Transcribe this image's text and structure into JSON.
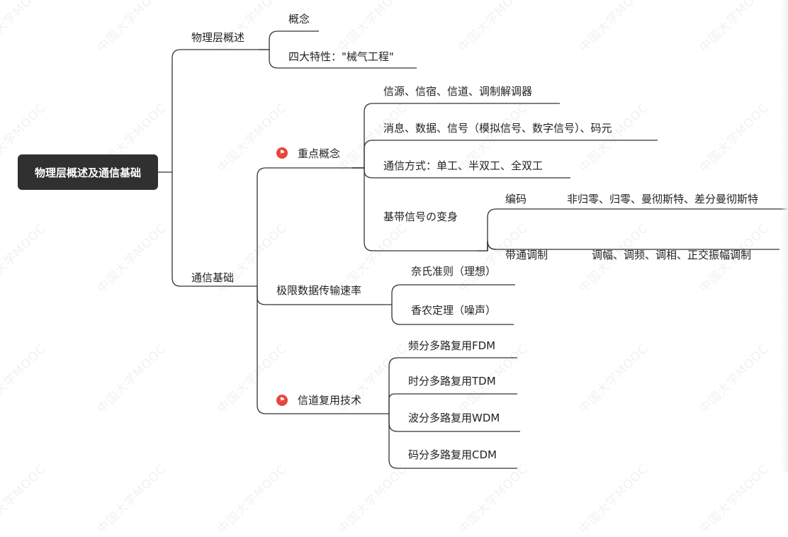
{
  "mindmap": {
    "root": "物理层概述及通信基础",
    "watermark": "中国大学MOOC",
    "accent_color": "#e8453c",
    "line_color": "#333333",
    "branch_overview": {
      "label": "物理层概述",
      "children": [
        "概念",
        "四大特性：\"械气工程\""
      ]
    },
    "branch_comm": {
      "label": "通信基础",
      "key_concepts": {
        "icon": "flag-icon",
        "label": "重点概念",
        "items": [
          "信源、信宿、信道、调制解调器",
          "消息、数据、信号（模拟信号、数字信号）、码元",
          "通信方式：单工、半双工、全双工"
        ],
        "baseband": {
          "label": "基带信号の变身",
          "encoding": {
            "label": "编码",
            "detail": "非归零、归零、曼彻斯特、差分曼彻斯特"
          },
          "passband": {
            "label": "带通调制",
            "detail": "调幅、调频、调相、正交振幅调制"
          }
        }
      },
      "rate_limit": {
        "label": "极限数据传输速率",
        "items": [
          "奈氏准则（理想）",
          "香农定理（噪声）"
        ]
      },
      "multiplexing": {
        "icon": "flag-icon",
        "label": "信道复用技术",
        "items": [
          "频分多路复用FDM",
          "时分多路复用TDM",
          "波分多路复用WDM",
          "码分多路复用CDM"
        ]
      }
    }
  }
}
